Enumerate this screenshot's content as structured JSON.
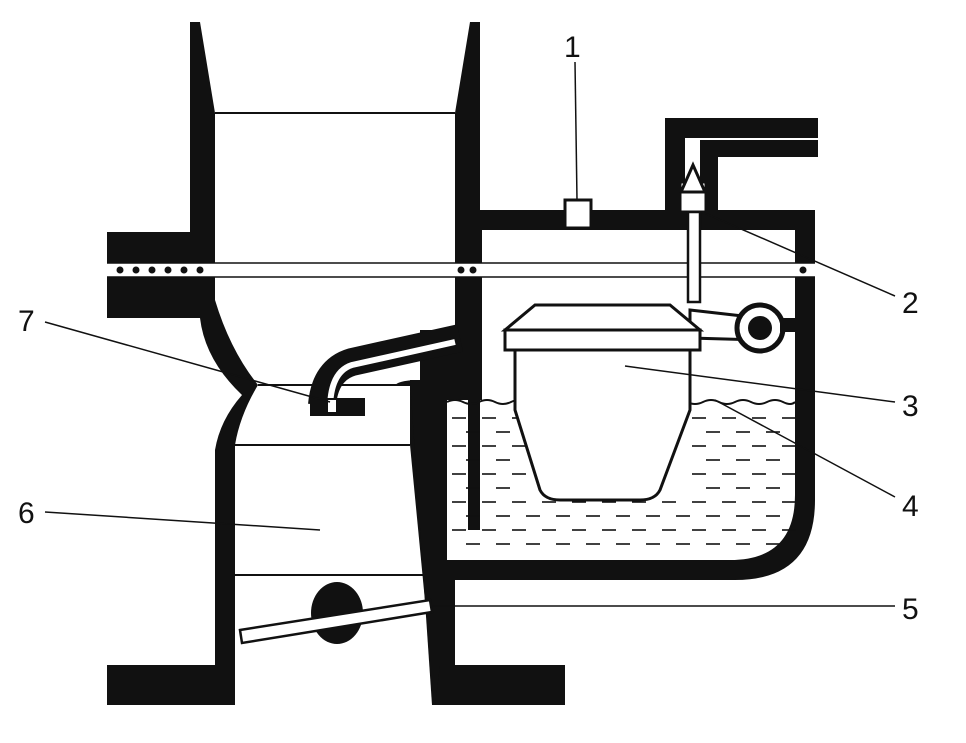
{
  "diagram": {
    "labels": [
      {
        "id": "1",
        "text": "1"
      },
      {
        "id": "2",
        "text": "2"
      },
      {
        "id": "3",
        "text": "3"
      },
      {
        "id": "4",
        "text": "4"
      },
      {
        "id": "5",
        "text": "5"
      },
      {
        "id": "6",
        "text": "6"
      },
      {
        "id": "7",
        "text": "7"
      }
    ],
    "colors": {
      "ink": "#111111",
      "paper": "#ffffff"
    }
  }
}
